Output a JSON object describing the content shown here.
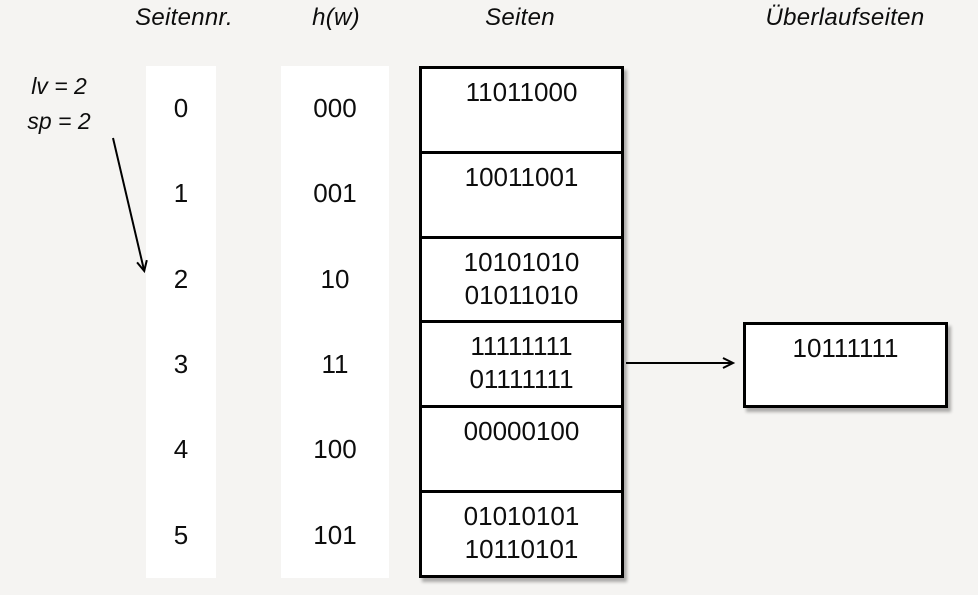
{
  "diagram": {
    "headers": {
      "page_no": "Seitennr.",
      "hash": "h(w)",
      "pages": "Seiten",
      "overflow": "Überlaufseiten"
    },
    "state": {
      "lv_label": "lv = 2",
      "sp_label": "sp = 2",
      "split_pointer_target_page": "2"
    },
    "rows": [
      {
        "page_no": "0",
        "hash": "000",
        "entries": [
          "11011000"
        ]
      },
      {
        "page_no": "1",
        "hash": "001",
        "entries": [
          "10011001"
        ]
      },
      {
        "page_no": "2",
        "hash": "10",
        "entries": [
          "10101010",
          "01011010"
        ]
      },
      {
        "page_no": "3",
        "hash": "11",
        "entries": [
          "11111111",
          "01111111"
        ]
      },
      {
        "page_no": "4",
        "hash": "100",
        "entries": [
          "00000100"
        ]
      },
      {
        "page_no": "5",
        "hash": "101",
        "entries": [
          "01010101",
          "10110101"
        ]
      }
    ],
    "overflow": {
      "entries": [
        "10111111"
      ],
      "linked_page_no": "3"
    },
    "colors": {
      "background": "#f5f4f2",
      "box_background": "#ffffff",
      "line": "#000000"
    }
  }
}
